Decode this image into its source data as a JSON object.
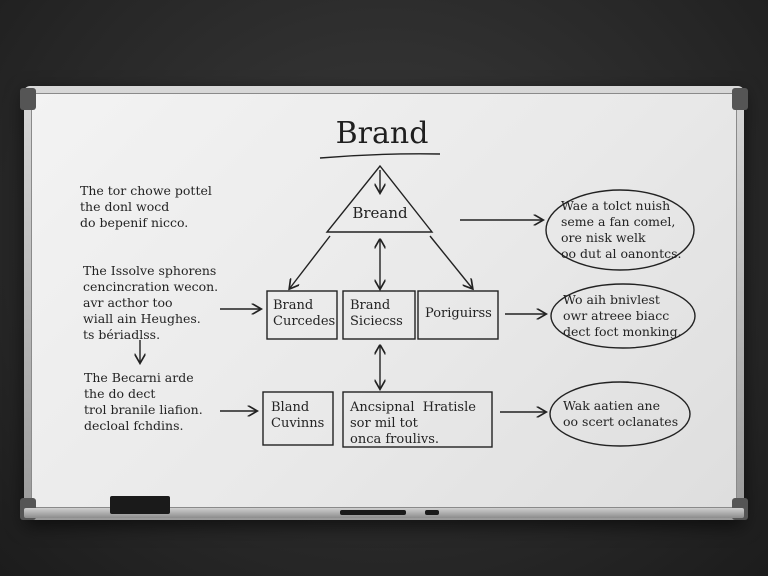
{
  "whiteboard": {
    "title": "Brand",
    "triangle_label": "Breand",
    "left_notes": [
      "The tor chowe pottel\nthe donl wocd\ndo bepenif nicco.",
      "The Issolve sphorens\ncencincration wecon.\navr acthor too\nwiall ain Heughes.\nts bériadlss.",
      "The Becarni arde\nthe do dect\ntrol branile liafion.\ndecloal fchdins."
    ],
    "boxes": [
      "Brand\nCurcedes",
      "Brand\nSiciecss",
      "Poriguirss",
      "Bland\nCuvinns",
      "Ancsipnal  Hratisle\nsor mil tot\nonca froulivs."
    ],
    "right_notes": [
      "Wae a tolct nuish\nseme a fan comel,\nore nisk welk\noo dut al oanontcs.",
      "Wo aih bnivlest\nowr atreee biacc\ndect foct monking.",
      "Wak aatien ane\noo scert oclanates"
    ]
  },
  "colors": {
    "ink": "#222222",
    "board": "#ececec",
    "frame": "#b5b5b5",
    "wall": "#2b2b2b"
  }
}
